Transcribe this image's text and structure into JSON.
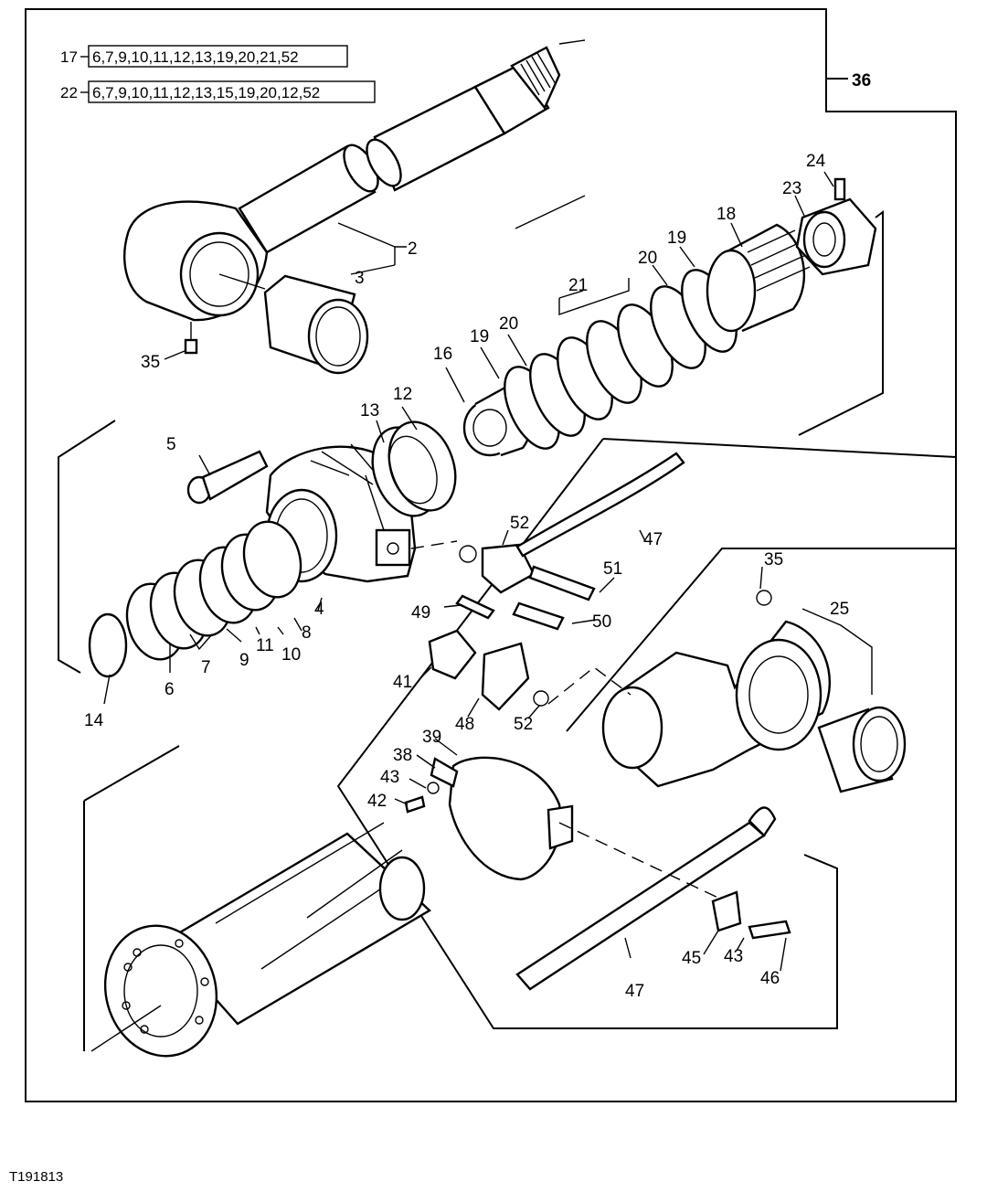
{
  "legend": [
    {
      "prefix": "17",
      "items": "6,7,9,10,11,12,13,19,20,21,52"
    },
    {
      "prefix": "22",
      "items": "6,7,9,10,11,12,13,15,19,20,12,52"
    }
  ],
  "callouts": {
    "c2": "2",
    "c3": "3",
    "c4": "4",
    "c5": "5",
    "c6": "6",
    "c7": "7",
    "c8": "8",
    "c9": "9",
    "c10": "10",
    "c11": "11",
    "c12": "12",
    "c13": "13",
    "c14": "14",
    "c16": "16",
    "c18": "18",
    "c19a": "19",
    "c19b": "19",
    "c20a": "20",
    "c20b": "20",
    "c21": "21",
    "c23": "23",
    "c24": "24",
    "c25": "25",
    "c35a": "35",
    "c35b": "35",
    "c36": "36",
    "c38": "38",
    "c39": "39",
    "c41": "41",
    "c42": "42",
    "c43a": "43",
    "c43b": "43",
    "c45": "45",
    "c46": "46",
    "c47a": "47",
    "c47b": "47",
    "c48": "48",
    "c49": "49",
    "c50": "50",
    "c51": "51",
    "c52a": "52",
    "c52b": "52"
  },
  "figure_code": "T191813"
}
